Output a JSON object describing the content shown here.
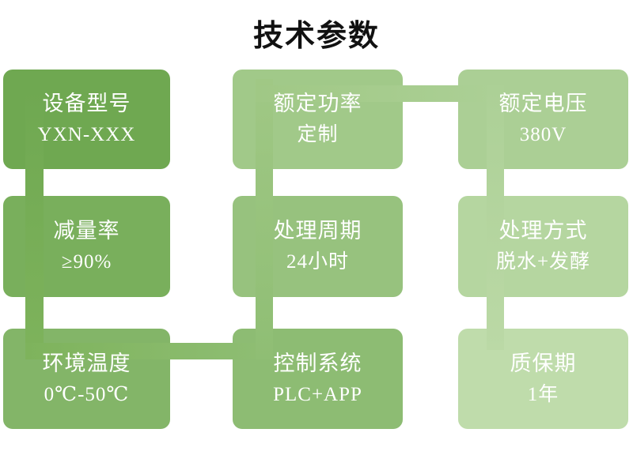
{
  "slide_title": "技术参数",
  "diagram": {
    "type": "serpentine-process",
    "flow_order": [
      "设备型号",
      "减量率",
      "环境温度",
      "控制系统",
      "处理周期",
      "额定功率",
      "额定电压",
      "处理方式",
      "质保期"
    ],
    "boxes": [
      {
        "seq": 1,
        "label": "设备型号",
        "value": "YXN-XXX",
        "color": "#6FA851"
      },
      {
        "seq": 6,
        "label": "额定功率",
        "value": "定制",
        "color": "#A1C989"
      },
      {
        "seq": 7,
        "label": "额定电压",
        "value": "380V",
        "color": "#ABCF95"
      },
      {
        "seq": 2,
        "label": "减量率",
        "value": "≥90%",
        "color": "#79AF5C"
      },
      {
        "seq": 5,
        "label": "处理周期",
        "value": "24小时",
        "color": "#97C27E"
      },
      {
        "seq": 8,
        "label": "处理方式",
        "value": "脱水+发酵",
        "color": "#B5D6A0"
      },
      {
        "seq": 3,
        "label": "环境温度",
        "value": "0℃-50℃",
        "color": "#83B568"
      },
      {
        "seq": 4,
        "label": "控制系统",
        "value": "PLC+APP",
        "color": "#8DBC73"
      },
      {
        "seq": 9,
        "label": "质保期",
        "value": "1年",
        "color": "#BFDCAB"
      }
    ],
    "connector_color_range": [
      "#6FA851",
      "#BBD9A6"
    ]
  },
  "colors": {
    "background": "#FFFFFF",
    "title_text": "#111111",
    "box_text": "#FFFFFF"
  }
}
